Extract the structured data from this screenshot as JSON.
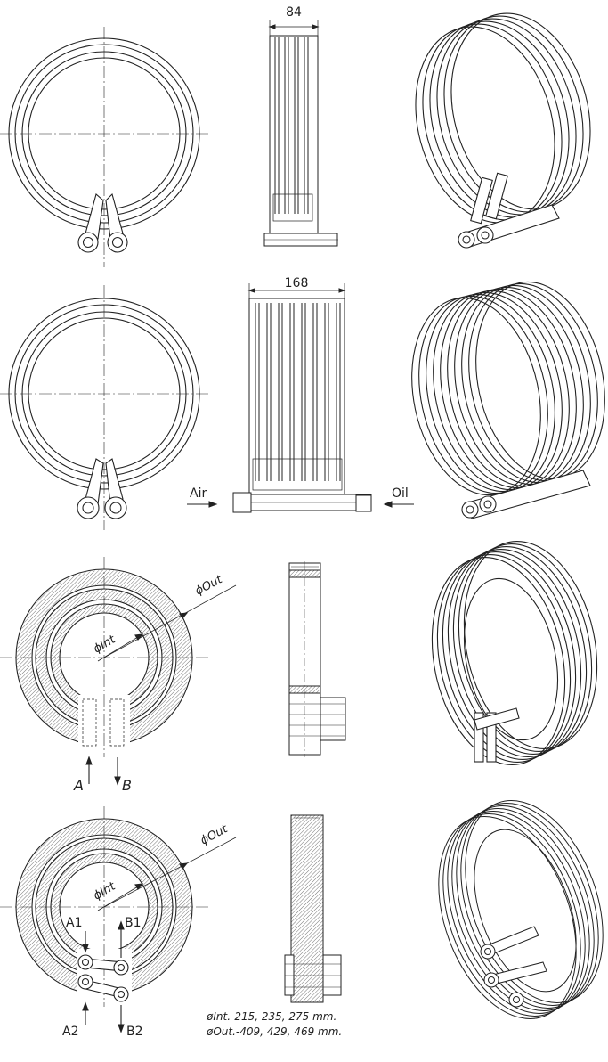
{
  "rows": [
    {
      "id": "row1",
      "dimension": "84"
    },
    {
      "id": "row2",
      "dimension": "168",
      "inlet_label": "Air",
      "outlet_label": "Oil"
    },
    {
      "id": "row3",
      "diameter_out_label": "ϕOut",
      "diameter_int_label": "ϕInt",
      "port_a_label": "A",
      "port_b_label": "B"
    },
    {
      "id": "row4",
      "diameter_out_label": "ϕOut",
      "diameter_int_label": "ϕInt",
      "port_a1_label": "A1",
      "port_b1_label": "B1",
      "port_a2_label": "A2",
      "port_b2_label": "B2"
    }
  ],
  "notes": {
    "line1": "øInt.-215, 235, 275 mm.",
    "line2": "øOut.-409, 429, 469 mm."
  },
  "colors": {
    "line": "#222222",
    "hatch": "#888888",
    "background": "#ffffff"
  }
}
